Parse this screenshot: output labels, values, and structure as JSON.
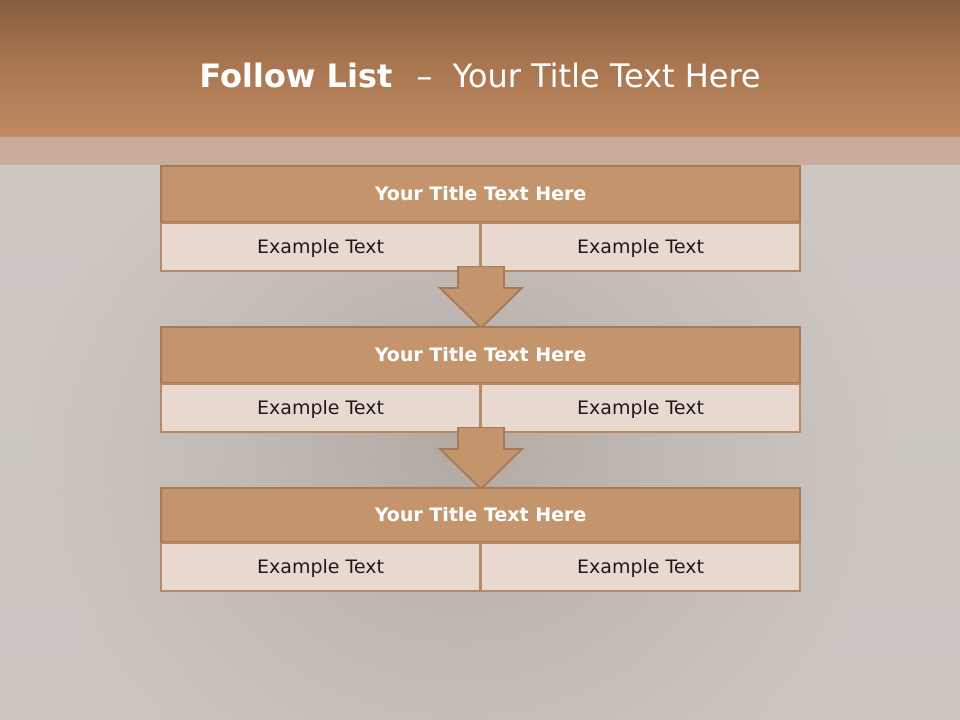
{
  "slide": {
    "title_bold": "Follow List",
    "title_separator": "–",
    "title_rest": "Your Title Text Here"
  },
  "steps": [
    {
      "title": "Your Title Text Here",
      "cells": [
        "Example Text",
        "Example Text"
      ]
    },
    {
      "title": "Your Title Text Here",
      "cells": [
        "Example Text",
        "Example Text"
      ]
    },
    {
      "title": "Your Title Text Here",
      "cells": [
        "Example Text",
        "Example Text"
      ]
    }
  ],
  "colors": {
    "header": "#a87550",
    "block_title_fill": "#c4956d",
    "cell_fill": "#e8d9d0",
    "arrow_fill": "#c4956d",
    "border": "#a77955"
  }
}
